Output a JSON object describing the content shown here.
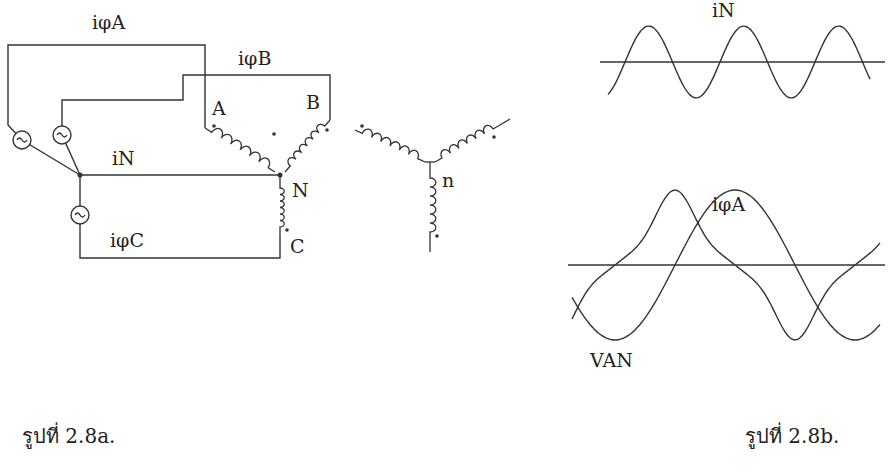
{
  "diagram": {
    "labels": [
      "iφA",
      "iφB",
      "A",
      "B",
      "iN",
      "N",
      "n",
      "iφC",
      "C",
      "iN",
      "iφA",
      "VAN",
      "รูปที่ 2.8a.",
      "รูปที่ 2.8b."
    ]
  }
}
